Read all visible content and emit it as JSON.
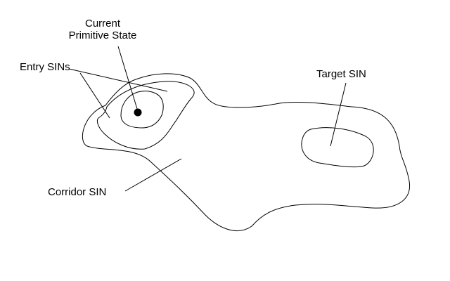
{
  "labels": {
    "current_state_line1": "Current",
    "current_state_line2": "Primitive State",
    "entry_sins": "Entry SINs",
    "target_sin": "Target SIN",
    "corridor_sin": "Corridor SIN"
  },
  "colors": {
    "ink": "#000000",
    "background": "#ffffff"
  }
}
